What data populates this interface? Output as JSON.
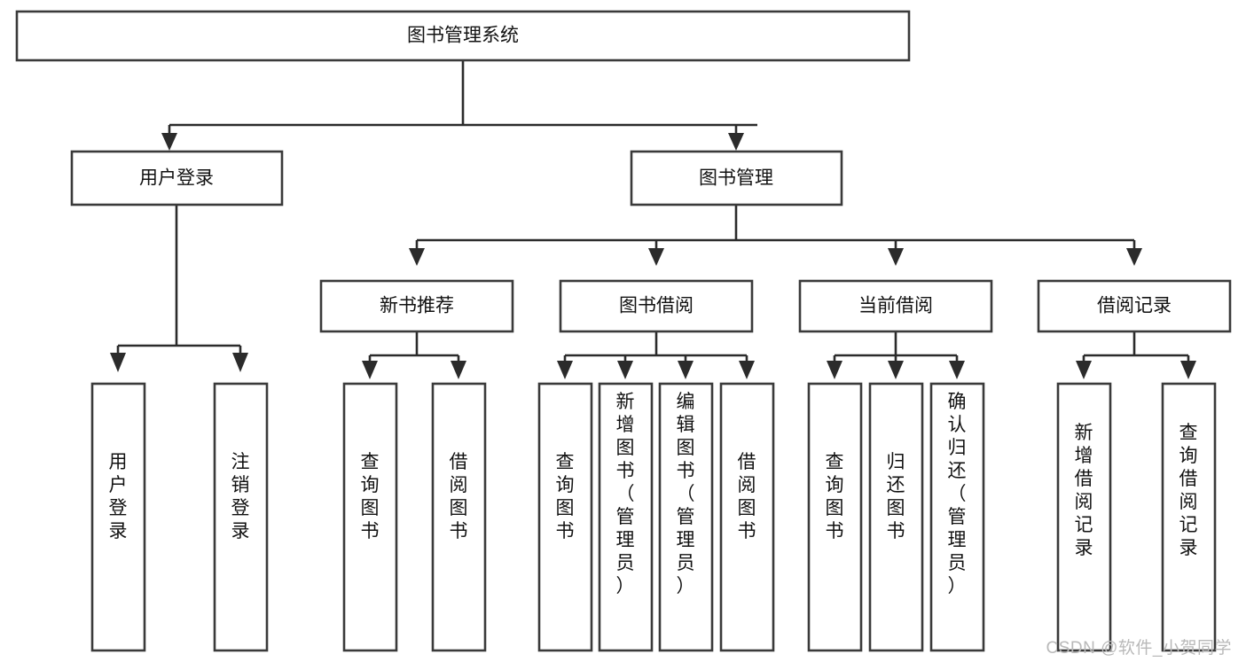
{
  "diagram": {
    "type": "tree-hierarchy",
    "title": "图书管理系统",
    "watermark": "CSDN @软件_小贺同学",
    "colors": {
      "box_stroke": "#3a3a3a",
      "box_fill": "#ffffff",
      "line": "#2b2b2b",
      "text": "#111111",
      "watermark": "#b9b9b9",
      "background": "#ffffff"
    },
    "levels": {
      "root": {
        "label": "图书管理系统"
      },
      "level2": [
        {
          "label": "用户登录"
        },
        {
          "label": "图书管理"
        }
      ],
      "level3": [
        {
          "label": "新书推荐"
        },
        {
          "label": "图书借阅"
        },
        {
          "label": "当前借阅"
        },
        {
          "label": "借阅记录"
        }
      ],
      "leaves": [
        {
          "label": "用户登录",
          "parent": "用户登录"
        },
        {
          "label": "注销登录",
          "parent": "用户登录"
        },
        {
          "label": "查询图书",
          "parent": "新书推荐"
        },
        {
          "label": "借阅图书",
          "parent": "新书推荐"
        },
        {
          "label": "查询图书",
          "parent": "图书借阅"
        },
        {
          "label": "新增图书（管理员）",
          "parent": "图书借阅"
        },
        {
          "label": "编辑图书（管理员）",
          "parent": "图书借阅"
        },
        {
          "label": "借阅图书",
          "parent": "图书借阅"
        },
        {
          "label": "查询图书",
          "parent": "当前借阅"
        },
        {
          "label": "归还图书",
          "parent": "当前借阅"
        },
        {
          "label": "确认归还（管理员）",
          "parent": "当前借阅"
        },
        {
          "label": "新增借阅记录",
          "parent": "借阅记录"
        },
        {
          "label": "查询借阅记录",
          "parent": "借阅记录"
        }
      ]
    }
  }
}
